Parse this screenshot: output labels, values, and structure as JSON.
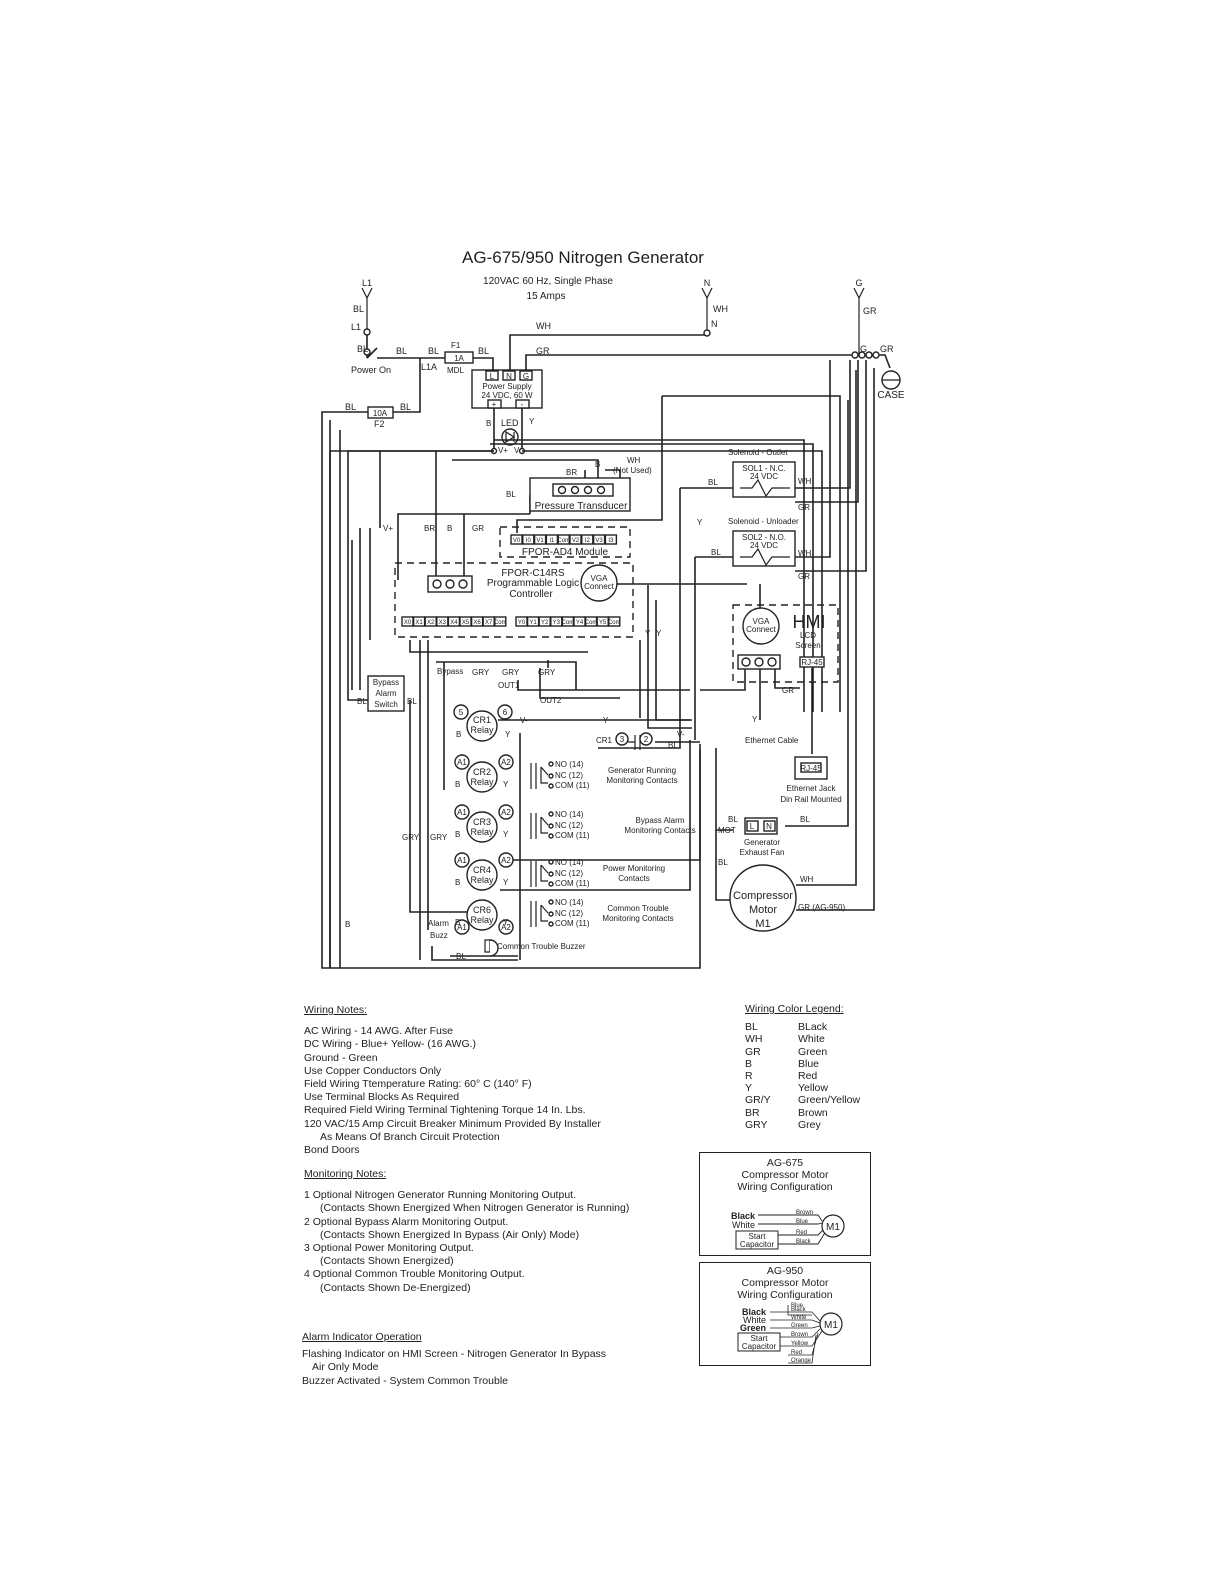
{
  "title": "AG-675/950 Nitrogen Generator",
  "supply": {
    "line1": "120VAC 60 Hz, Single Phase",
    "line2": "15 Amps"
  },
  "terminals": {
    "L1": "L1",
    "N": "N",
    "G": "G",
    "L1A": "L1A",
    "case": "CASE"
  },
  "wire": {
    "BL": "BL",
    "WH": "WH",
    "GR": "GR",
    "B": "B",
    "Y": "Y",
    "BR": "BR",
    "GRY": "GRY",
    "R": "R",
    "N": "N",
    "G": "G",
    "Vplus": "V+",
    "Vminus": "V-"
  },
  "components": {
    "power_on": "Power On",
    "fuse1": "F1",
    "fuse1_rating": "1A",
    "fuse1_type": "MDL",
    "fuse2": "F2",
    "fuse2_rating": "10A",
    "power_supply": {
      "L": "L",
      "N": "N",
      "G": "G",
      "name": "Power Supply",
      "rating": "24 VDC, 60 W",
      "plus": "+",
      "minus": "-"
    },
    "led": "LED",
    "wh_not_used": "WH",
    "not_used": "(Not Used)",
    "pressure_transducer": "Pressure Transducer",
    "solenoid_outlet": "Solenoid - Outlet",
    "sol1": "SOL1 - N.C.",
    "sol1_v": "24 VDC",
    "solenoid_unloader": "Solenoid - Unloader",
    "sol2": "SOL2 - N.O.",
    "sol2_v": "24 VDC",
    "ad4_inputs": [
      "V0",
      "I0",
      "V1",
      "I1",
      "Com",
      "V2",
      "I2",
      "V3",
      "I3"
    ],
    "ad4_module": "FPOR-AD4 Module",
    "plc_model": "FPOR-C14RS",
    "plc_name": "Programmable Logic",
    "plc_name2": "Controller",
    "vga": "VGA",
    "connect": "Connect",
    "plc_x": [
      "X0",
      "X1",
      "X2",
      "X3",
      "X4",
      "X5",
      "X6",
      "X7",
      "Com"
    ],
    "plc_y": [
      "Y0",
      "Y1",
      "Y2",
      "Y3",
      "Com",
      "Y4",
      "Com",
      "Y5",
      "Com"
    ],
    "hmi": "HMI",
    "hmi_lcd": "LCD",
    "hmi_screen": "Screen",
    "rj45": "RJ-45",
    "bypass": "Bypass",
    "alarm": "Alarm",
    "switch": "Switch",
    "out1": "OUT1",
    "out2": "OUT2",
    "cr1": "CR1",
    "relay": "Relay",
    "cr2": "CR2",
    "cr3": "CR3",
    "cr4": "CR4",
    "cr6": "CR6",
    "t5": "5",
    "t6": "6",
    "t3": "3",
    "t2": "2",
    "a1": "A1",
    "a2": "A2",
    "no14": "NO (14)",
    "nc12": "NC (12)",
    "com11": "COM (11)",
    "gen_running": "Generator Running",
    "gen_running2": "Monitoring Contacts",
    "bypass_alarm": "Bypass Alarm",
    "bypass_alarm2": "Monitoring Contacts",
    "power_mon": "Power Monitoring",
    "power_mon2": "Contacts",
    "common_trouble": "Common Trouble",
    "common_trouble2": "Monitoring Contacts",
    "buzz": "Buzz",
    "buzzer": "Common Trouble Buzzer",
    "ethernet_cable": "Ethernet Cable",
    "ethernet_jack": "Ethernet Jack",
    "din_rail": "Din Rail Mounted",
    "mot": "MOT",
    "fan_l": "L",
    "fan_n": "N",
    "fan1": "Generator",
    "fan2": "Exhaust Fan",
    "compressor": "Compressor",
    "motor": "Motor",
    "m1": "M1",
    "gr_ag950": "GR (AG-950)"
  },
  "wiring_notes": {
    "heading": "Wiring Notes:",
    "items": [
      "AC Wiring - 14 AWG. After Fuse",
      "DC Wiring - Blue+ Yellow- (16 AWG.)",
      "Ground - Green",
      "Use Copper Conductors Only",
      "Field Wiring Ttemperature Rating: 60° C (140° F)",
      "Use Terminal Blocks As Required",
      "Required Field Wiring Terminal Tightening Torque 14 In. Lbs.",
      "120 VAC/15 Amp Circuit Breaker Minimum Provided By Installer",
      "As Means Of Branch Circuit Protection",
      "Bond Doors"
    ]
  },
  "monitoring_notes": {
    "heading": "Monitoring Notes:",
    "items": [
      "1  Optional Nitrogen Generator Running Monitoring Output.",
      "(Contacts Shown Energized When Nitrogen Generator is Running)",
      "2  Optional Bypass Alarm Monitoring Output.",
      "(Contacts Shown Energized In Bypass (Air Only) Mode)",
      "3  Optional Power Monitoring Output.",
      "(Contacts Shown Energized)",
      "4  Optional Common Trouble Monitoring Output.",
      "(Contacts Shown  De-Energized)"
    ]
  },
  "alarm_notes": {
    "heading": "Alarm Indicator Operation",
    "items": [
      "Flashing Indicator on HMI Screen - Nitrogen Generator In Bypass",
      "Air Only Mode",
      "Buzzer Activated - System Common Trouble"
    ]
  },
  "legend": {
    "heading": "Wiring Color Legend:",
    "rows": [
      [
        "BL",
        "BLack"
      ],
      [
        "WH",
        "White"
      ],
      [
        "GR",
        "Green"
      ],
      [
        "B",
        "Blue"
      ],
      [
        "R",
        "Red"
      ],
      [
        "Y",
        "Yellow"
      ],
      [
        "GR/Y",
        "Green/Yellow"
      ],
      [
        "BR",
        "Brown"
      ],
      [
        "GRY",
        "Grey"
      ]
    ]
  },
  "config_675": {
    "title": "AG-675",
    "sub1": "Compressor Motor",
    "sub2": "Wiring Configuration",
    "black": "Black",
    "white": "White",
    "start": "Start",
    "capacitor": "Capacitor",
    "w_brown": "Brown",
    "w_blue": "Blue",
    "w_red": "Red",
    "w_black": "Black",
    "m1": "M1"
  },
  "config_950": {
    "title": "AG-950",
    "sub1": "Compressor Motor",
    "sub2": "Wiring Configuration",
    "black": "Black",
    "white": "White",
    "green": "Green",
    "start": "Start",
    "capacitor": "Capacitor",
    "w_blue": "Blue",
    "w_black": "Black",
    "w_white": "White",
    "w_green": "Green",
    "w_brown": "Brown",
    "w_yellow": "Yellow",
    "w_red": "Red",
    "w_orange": "Orange",
    "m1": "M1"
  }
}
